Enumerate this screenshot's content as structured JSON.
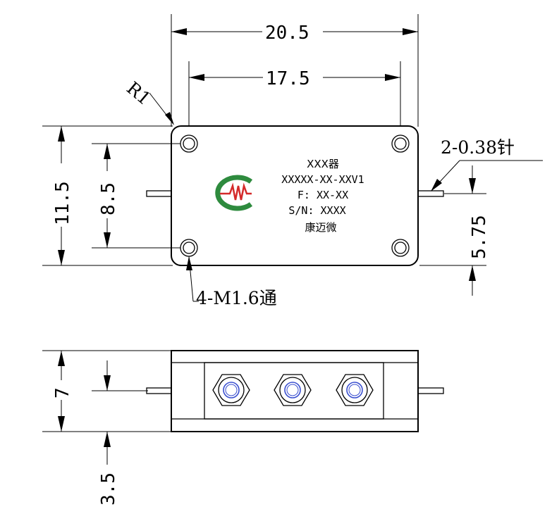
{
  "dimensions": {
    "overall_width": "20.5",
    "hole_spacing_x": "17.5",
    "overall_height": "11.5",
    "hole_spacing_y": "8.5",
    "pin_offset": "5.75",
    "side_height": "7",
    "side_pin_height": "3.5",
    "corner_radius": "R1"
  },
  "callouts": {
    "pins": "2-0.38针",
    "holes": "4-M1.6通"
  },
  "plate": {
    "product": "XXX器",
    "model": "XXXXX-XX-XXV1",
    "frequency": "F: XX-XX",
    "serial": "S/N: XXXX",
    "maker": "康迈微"
  },
  "colors": {
    "logo_green": "#2e8b3e",
    "logo_red": "#d42a2a",
    "connector_blue": "#3a4fd0"
  },
  "icons": {
    "logo": "kangmaiwei-logo-icon",
    "connector": "sma-connector-icon"
  }
}
